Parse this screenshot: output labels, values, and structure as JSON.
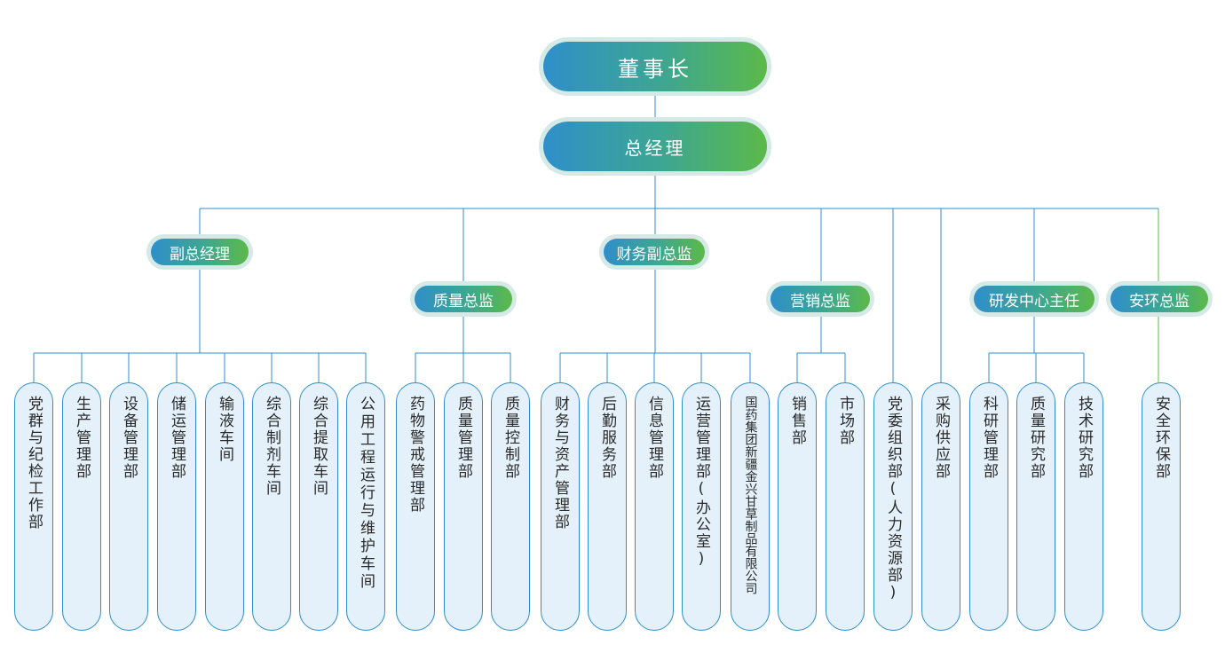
{
  "colors": {
    "line": "#2f8fca",
    "line_green": "#5cb949",
    "pill_start": "#2f8fca",
    "pill_end": "#5cb949",
    "pill_halo": "#d5e9e6",
    "box_fill": "#e4f1fa",
    "box_border": "#2f8fca",
    "text": "#2a2a2a"
  },
  "org": {
    "chairman": "董事长",
    "general_manager": "总经理",
    "deputy_gm": "副总经理",
    "quality_director": "质量总监",
    "finance_deputy_director": "财务副总监",
    "marketing_director": "营销总监",
    "rd_director": "研发中心主任",
    "safety_env_director": "安环总监"
  },
  "departments": [
    "党群与纪检工作部",
    "生产管理部",
    "设备管理部",
    "储运管理部",
    "输液车间",
    "综合制剂车间",
    "综合提取车间",
    "公用工程运行与维护车间",
    "药物警戒管理部",
    "质量管理部",
    "质量控制部",
    "财务与资产管理部",
    "后勤服务部",
    "信息管理部",
    "运营管理部(办公室)",
    "国药集团新疆金兴甘草制品有限公司",
    "销售部",
    "市场部",
    "党委组织部(人力资源部)",
    "采购供应部",
    "科研管理部",
    "质量研究部",
    "技术研究部",
    "安全环保部"
  ]
}
